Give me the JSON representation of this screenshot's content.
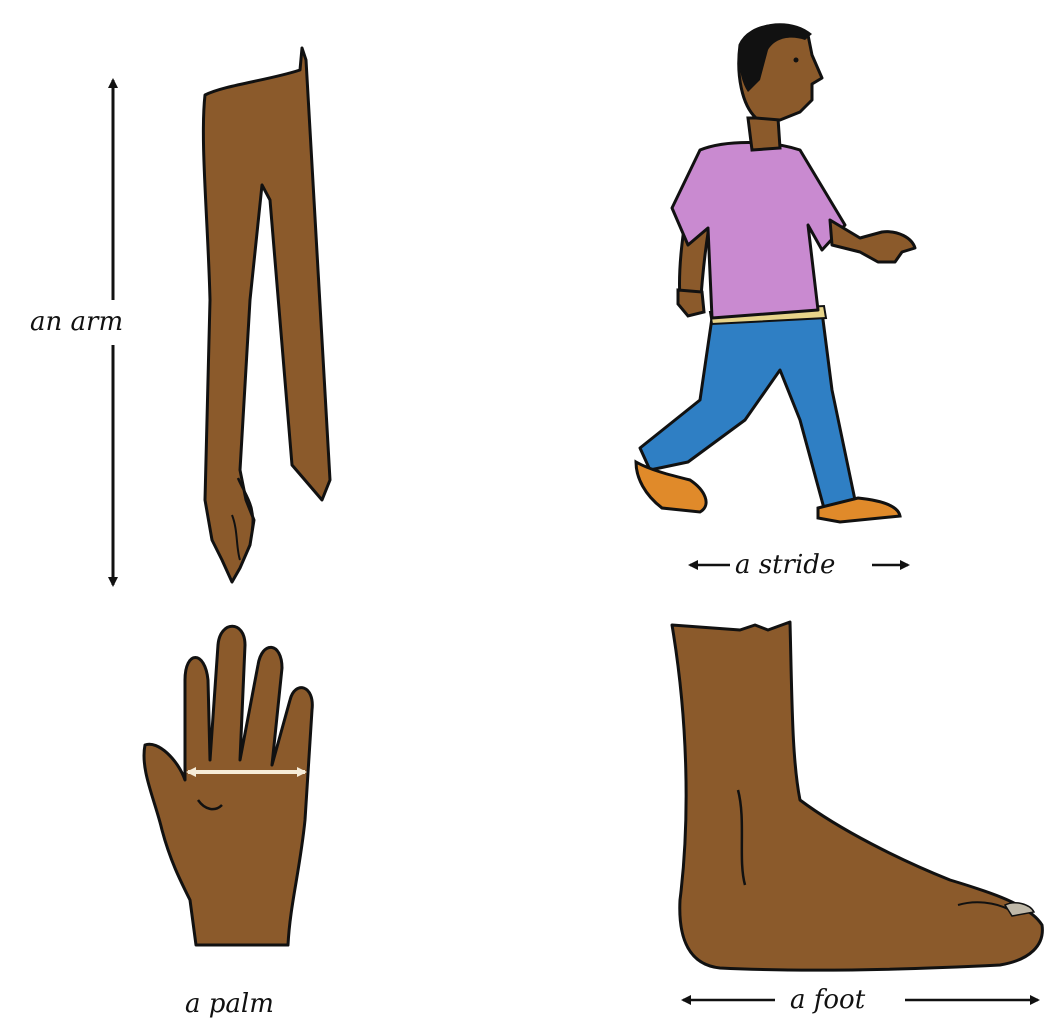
{
  "labels": {
    "arm": "an arm",
    "stride": "a stride",
    "palm": "a palm",
    "foot": "a foot"
  },
  "colors": {
    "skin": "#8b5a2b",
    "outline": "#111111",
    "shirt": "#c98ad0",
    "jeans": "#2f7fc4",
    "shoes": "#e08a2a",
    "hair": "#111111"
  }
}
